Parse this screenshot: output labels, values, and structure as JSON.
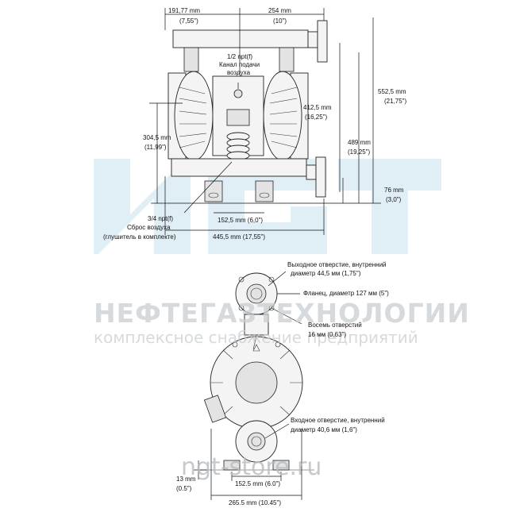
{
  "watermark": {
    "logo_letters": "NGT",
    "company": "НЕФТЕГАЗТЕХНОЛОГИИ",
    "tagline": "комплексное снабжение предприятий",
    "url": "ngt-store.ru",
    "color": "#c9ced2",
    "logo_color": "#c7e1ee"
  },
  "front_view": {
    "dim_left_width": {
      "mm": "191,77 mm",
      "in": "(7,55\")"
    },
    "dim_right_width": {
      "mm": "254 mm",
      "in": "(10\")"
    },
    "air_inlet": {
      "line1": "1/2 npt(f)",
      "line2": "Канал подачи",
      "line3": "воздуха"
    },
    "dim_height_total": {
      "mm": "552,5 mm",
      "in": "(21,75\")"
    },
    "dim_height_outlet": {
      "mm": "412,5 mm",
      "in": "(16,25\")"
    },
    "dim_height_mid": {
      "mm": "489 mm",
      "in": "(19,25\")"
    },
    "dim_height_left": {
      "mm": "304,5 mm",
      "in": "(11,99\")"
    },
    "dim_height_inlet": {
      "mm": "76 mm",
      "in": "(3,0\")"
    },
    "air_exhaust": {
      "line1": "3/4 npt(f)",
      "line2": "Сброс воздуха",
      "line3": "(глушитель в комплекте)"
    },
    "dim_feet": {
      "text": "152,5 mm (6,0\")"
    },
    "dim_total_width": {
      "text": "445,5 mm (17,55\")"
    }
  },
  "side_view": {
    "outlet": {
      "line1": "Выходное отверстие, внутренний",
      "line2": "диаметр 44,5 мм (1,75\")"
    },
    "flange": {
      "text": "Фланец, диаметр 127 мм (5\")"
    },
    "holes": {
      "line1": "Восемь отверстий",
      "line2": "16 мм (0,63\")"
    },
    "inlet": {
      "line1": "Входное отверстие, внутренний",
      "line2": "диаметр 40,6 мм (1,6\")"
    },
    "dim_base": {
      "mm": "13 mm",
      "in": "(0.5\")"
    },
    "dim_feet": {
      "text": "152.5 mm (6.0\")"
    },
    "dim_width": {
      "text": "265.5 mm (10.45\")"
    }
  }
}
